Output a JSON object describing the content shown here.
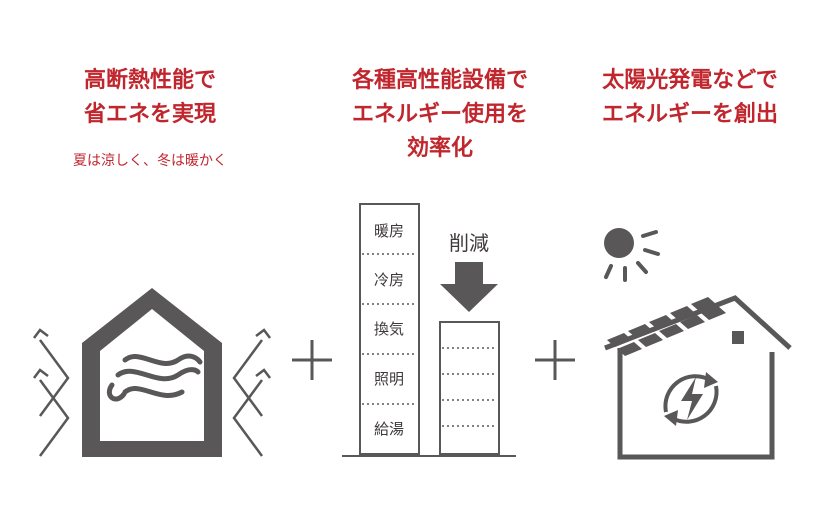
{
  "col1": {
    "title": [
      "高断熱性能で",
      "省エネを実現"
    ],
    "subtitle": "夏は涼しく、冬は暖かく"
  },
  "col2": {
    "title": [
      "各種高性能設備で",
      "エネルギー使用を",
      "効率化"
    ],
    "bar_items": [
      "暖房",
      "冷房",
      "換気",
      "照明",
      "給湯"
    ],
    "reduction_label": "削減"
  },
  "col3": {
    "title": [
      "太陽光発電などで",
      "エネルギーを創出"
    ]
  },
  "colors": {
    "accent": "#c0262d",
    "icon": "#595757"
  }
}
